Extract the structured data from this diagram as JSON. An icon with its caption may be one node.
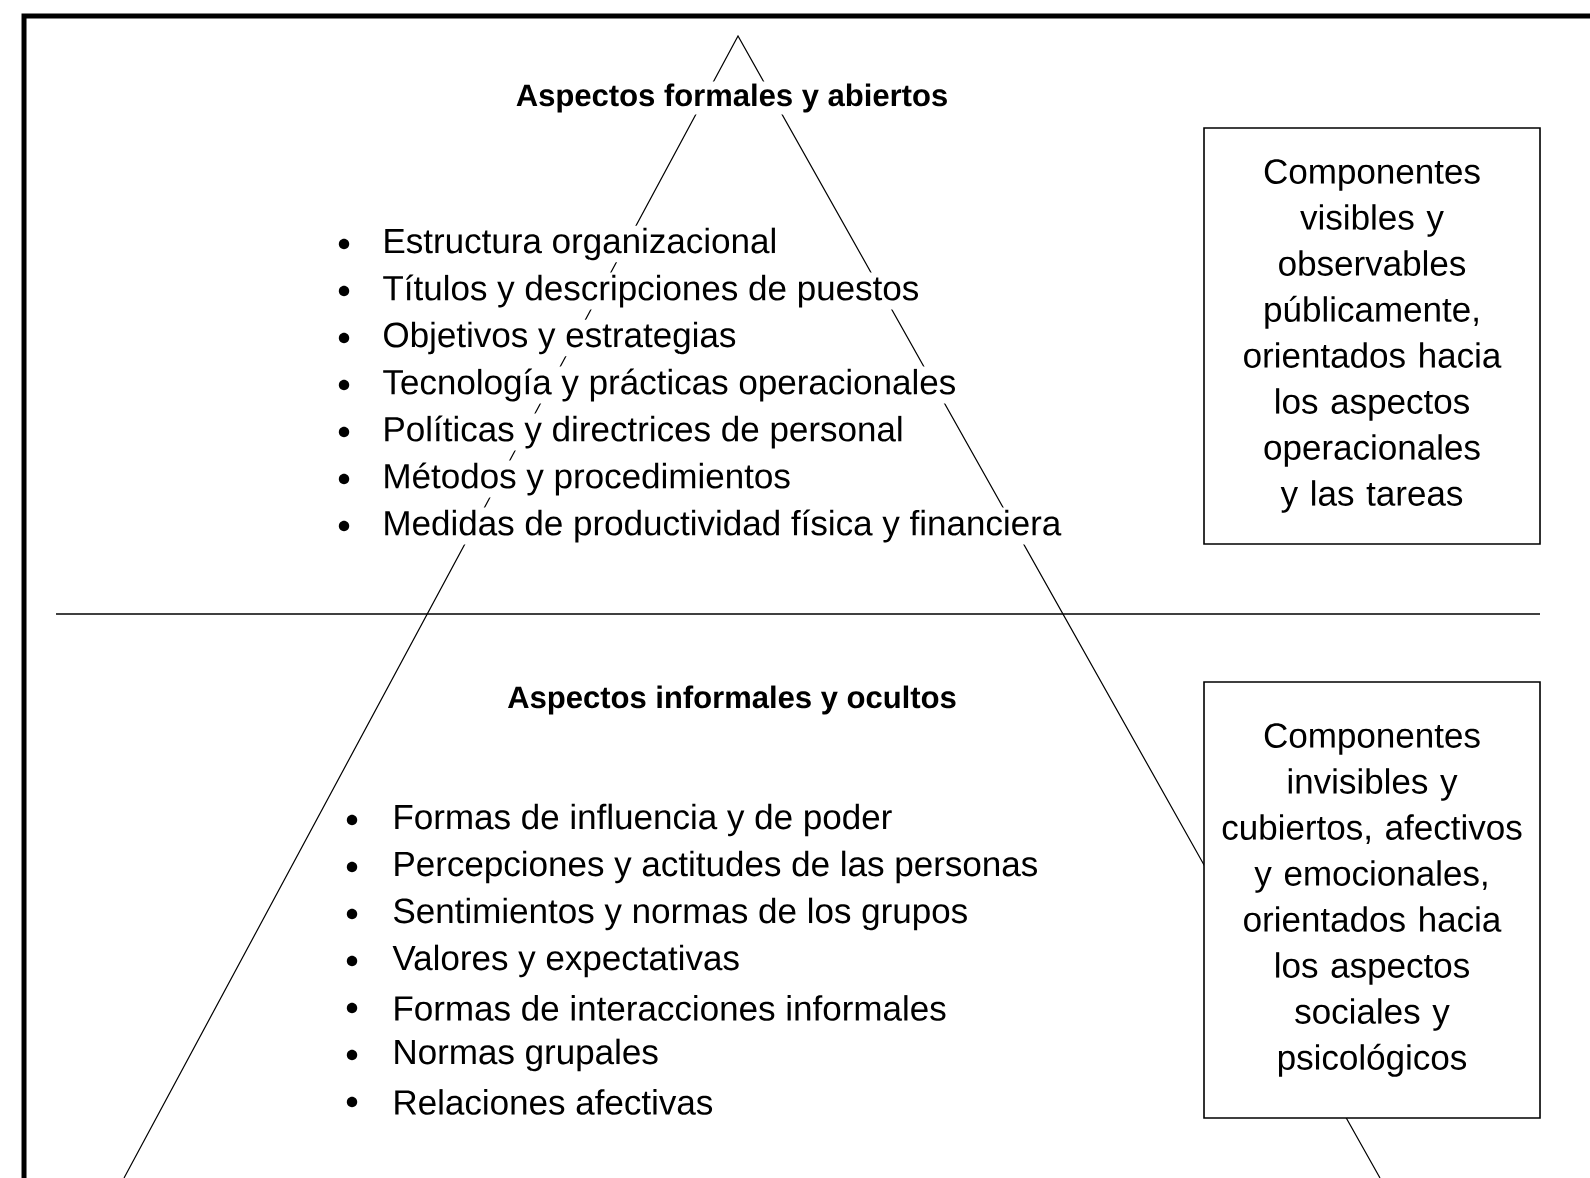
{
  "diagram": {
    "nodes": [
      {
        "text": [
          "Componentes visibles y observables públicamente, orientados hacia los aspectos operacionales y las tareas"
        ]
      },
      {
        "text": [
          "Componentes invisibles y cubiertos, afectivos y emocionales, orientados hacia los aspectos sociales y psicológicos"
        ]
      }
    ],
    "labels": [
      "Aspectos formales y abiertos",
      "Estructura organizacional",
      "Títulos y descripciones de puestos",
      "Objetivos y estrategias",
      "Tecnología y prácticas operacionales",
      "Políticas y directrices de personal",
      "Métodos y procedimientos",
      "Medidas de productividad física y financiera",
      "Aspectos informales y ocultos",
      "Formas de influencia y de poder",
      "Percepciones y actitudes de las personas",
      "Sentimientos y normas de los grupos",
      "Valores y expectativas",
      "Formas de interacciones informales",
      "Normas grupales",
      "Relaciones afectivas"
    ]
  }
}
